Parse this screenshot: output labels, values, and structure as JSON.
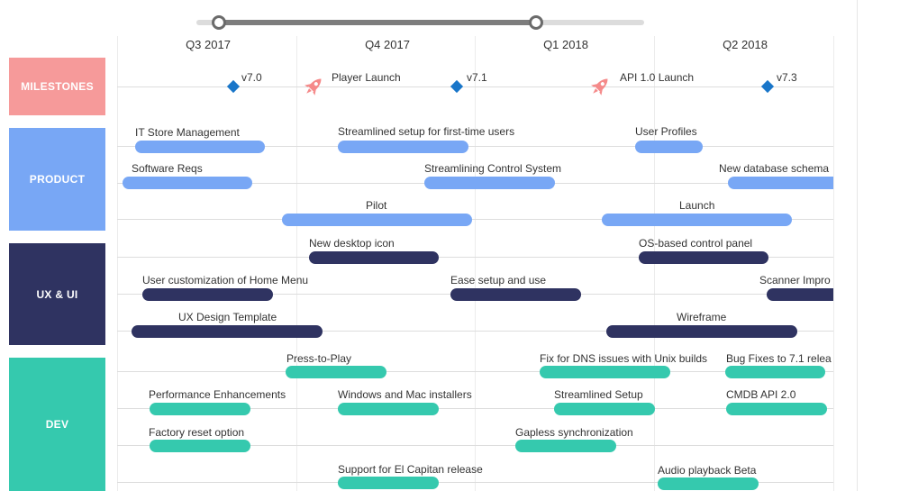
{
  "quarters": [
    "Q3 2017",
    "Q4 2017",
    "Q1 2018",
    "Q2 2018"
  ],
  "colors": {
    "milestones": "#f69a9a",
    "product": "#78a7f5",
    "ux": "#2f3361",
    "dev": "#35c9ae",
    "diamond": "#1976c9",
    "rocket": "#f58a8a"
  },
  "lanes": [
    {
      "id": "milestones",
      "label": "MILESTONES",
      "color": "#f69a9a"
    },
    {
      "id": "product",
      "label": "PRODUCT",
      "color": "#78a7f5"
    },
    {
      "id": "ux",
      "label": "UX & UI",
      "color": "#2f3361"
    },
    {
      "id": "dev",
      "label": "DEV",
      "color": "#35c9ae"
    }
  ],
  "milestones": [
    {
      "type": "diamond",
      "label": "v7.0"
    },
    {
      "type": "rocket",
      "label": "Player Launch"
    },
    {
      "type": "diamond",
      "label": "v7.1"
    },
    {
      "type": "rocket",
      "label": "API 1.0 Launch"
    },
    {
      "type": "diamond",
      "label": "v7.3"
    }
  ],
  "items": [
    {
      "lane": "product",
      "label": "IT Store Management"
    },
    {
      "lane": "product",
      "label": "Streamlined setup for first-time users"
    },
    {
      "lane": "product",
      "label": "User Profiles"
    },
    {
      "lane": "product",
      "label": "Software Reqs"
    },
    {
      "lane": "product",
      "label": "Streamlining Control System"
    },
    {
      "lane": "product",
      "label": "New database schema"
    },
    {
      "lane": "product",
      "label": "Pilot"
    },
    {
      "lane": "product",
      "label": "Launch"
    },
    {
      "lane": "ux",
      "label": "New desktop icon"
    },
    {
      "lane": "ux",
      "label": "OS-based control panel"
    },
    {
      "lane": "ux",
      "label": "User customization of Home Menu"
    },
    {
      "lane": "ux",
      "label": "Ease setup and use"
    },
    {
      "lane": "ux",
      "label": "Scanner Impro"
    },
    {
      "lane": "ux",
      "label": "UX Design Template"
    },
    {
      "lane": "ux",
      "label": "Wireframe"
    },
    {
      "lane": "dev",
      "label": "Press-to-Play"
    },
    {
      "lane": "dev",
      "label": "Fix for DNS issues with Unix builds"
    },
    {
      "lane": "dev",
      "label": "Bug Fixes to 7.1 relea"
    },
    {
      "lane": "dev",
      "label": "Performance Enhancements"
    },
    {
      "lane": "dev",
      "label": "Windows and Mac installers"
    },
    {
      "lane": "dev",
      "label": "Streamlined Setup"
    },
    {
      "lane": "dev",
      "label": "CMDB API 2.0"
    },
    {
      "lane": "dev",
      "label": "Factory reset option"
    },
    {
      "lane": "dev",
      "label": "Gapless synchronization"
    },
    {
      "lane": "dev",
      "label": "Support for El Capitan release"
    },
    {
      "lane": "dev",
      "label": "Audio playback Beta"
    }
  ]
}
